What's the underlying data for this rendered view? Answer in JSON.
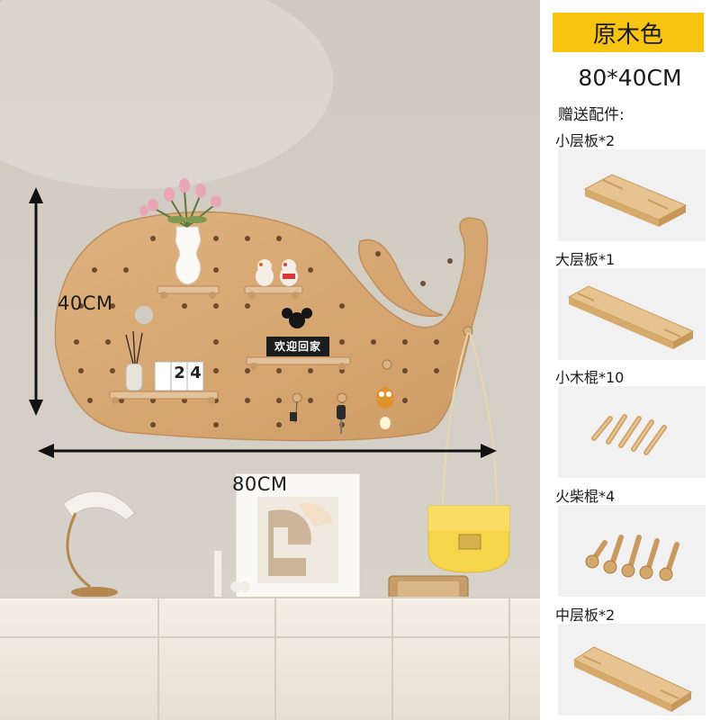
{
  "dimensions": {
    "height_label": "40CM",
    "width_label": "80CM"
  },
  "scene": {
    "sign_text": "欢迎回家",
    "calendar_digits": [
      "2",
      "4"
    ]
  },
  "panel": {
    "color_name": "原木色",
    "size": "80*40CM",
    "gifts_title": "赠送配件:",
    "accessories": [
      {
        "label": "小层板*2"
      },
      {
        "label": "大层板*1"
      },
      {
        "label": "小木棍*10"
      },
      {
        "label": "火柴棍*4"
      },
      {
        "label": "中层板*2"
      }
    ]
  },
  "colors": {
    "badge": "#f6c411",
    "wood": "#d9ab78",
    "wall": "#d2cdc4",
    "bag": "#f7d54a"
  }
}
